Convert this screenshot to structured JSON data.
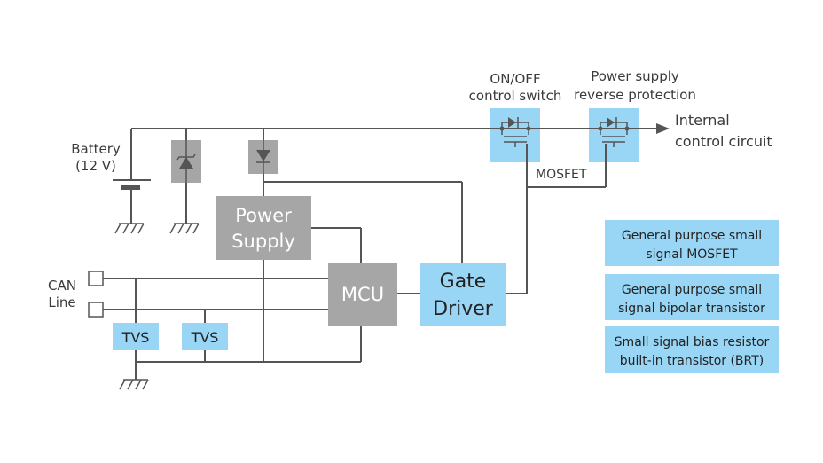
{
  "labels": {
    "battery_line1": "Battery",
    "battery_line2": "(12 V)",
    "can_line1": "CAN",
    "can_line2": "Line",
    "onoff_line1": "ON/OFF",
    "onoff_line2": "control switch",
    "reverse_line1": "Power supply",
    "reverse_line2": "reverse protection",
    "internal_line1": "Internal",
    "internal_line2": "control circuit",
    "mosfet": "MOSFET"
  },
  "blocks": {
    "power_supply_line1": "Power",
    "power_supply_line2": "Supply",
    "mcu": "MCU",
    "gate_driver_line1": "Gate",
    "gate_driver_line2": "Driver",
    "tvs1": "TVS",
    "tvs2": "TVS"
  },
  "legend": {
    "item1_line1": "General purpose small",
    "item1_line2": "signal MOSFET",
    "item2_line1": "General purpose small",
    "item2_line2": "signal bipolar transistor",
    "item3_line1": "Small signal bias resistor",
    "item3_line2": "built-in transistor (BRT)"
  },
  "colors": {
    "highlight_blue": "#99d6f5",
    "block_gray": "#a6a6a6",
    "component_gray": "#a6a6a6",
    "wire": "#555555"
  }
}
